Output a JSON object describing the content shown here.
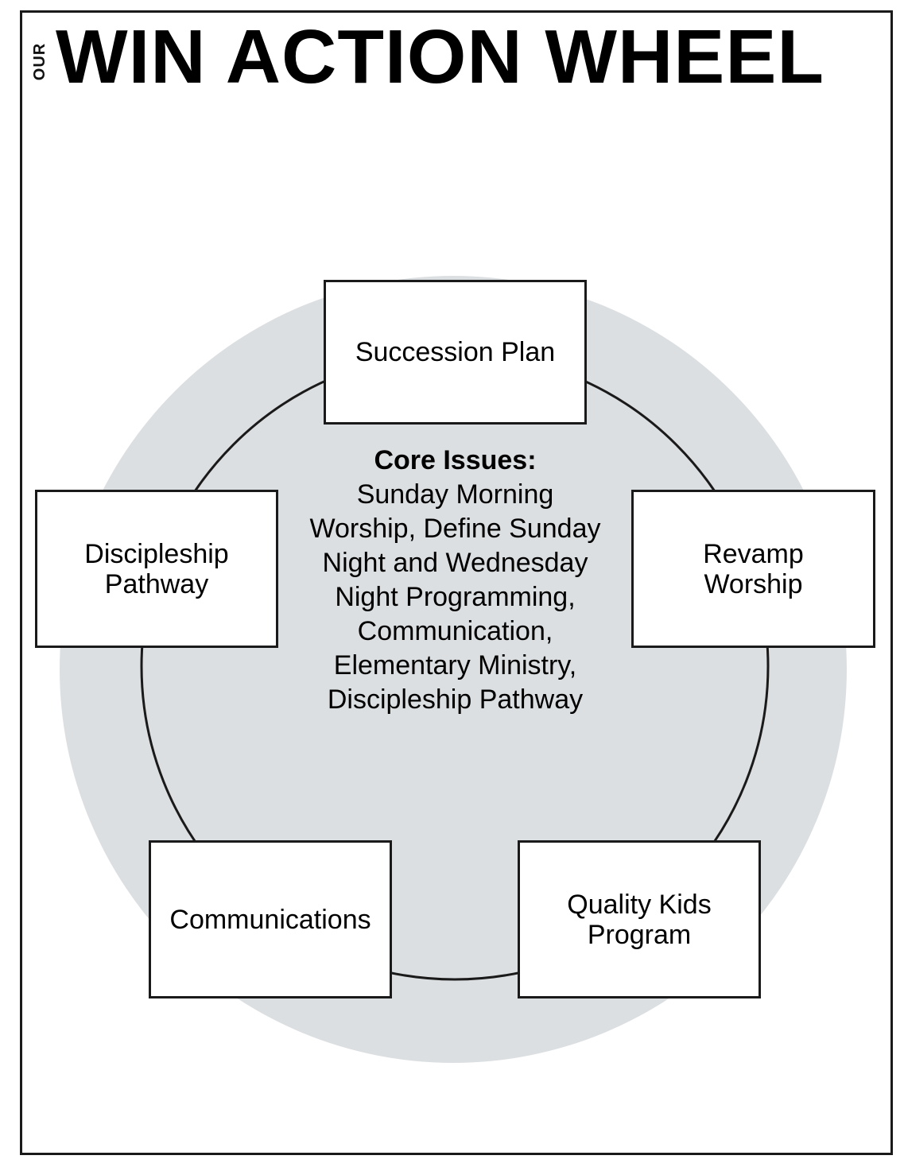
{
  "header": {
    "our_label": "OUR",
    "title": "WIN ACTION WHEEL"
  },
  "wheel": {
    "colors": {
      "outer_disc": "#dcdfe1",
      "ring_stroke": "#1a1a1a",
      "box_fill": "#ffffff"
    },
    "core": {
      "heading": "Core Issues:",
      "body": "Sunday Morning Worship, Define Sunday Night and Wednesday Night Programming, Communication, Elementary Ministry, Discipleship Pathway"
    },
    "nodes": {
      "succession": {
        "label": "Succession Plan"
      },
      "revamp": {
        "line1": "Revamp",
        "line2": "Worship"
      },
      "kids": {
        "line1": "Quality Kids",
        "line2": "Program"
      },
      "communications": {
        "label": "Communications"
      },
      "discipleship": {
        "line1": "Discipleship",
        "line2": "Pathway"
      }
    }
  }
}
